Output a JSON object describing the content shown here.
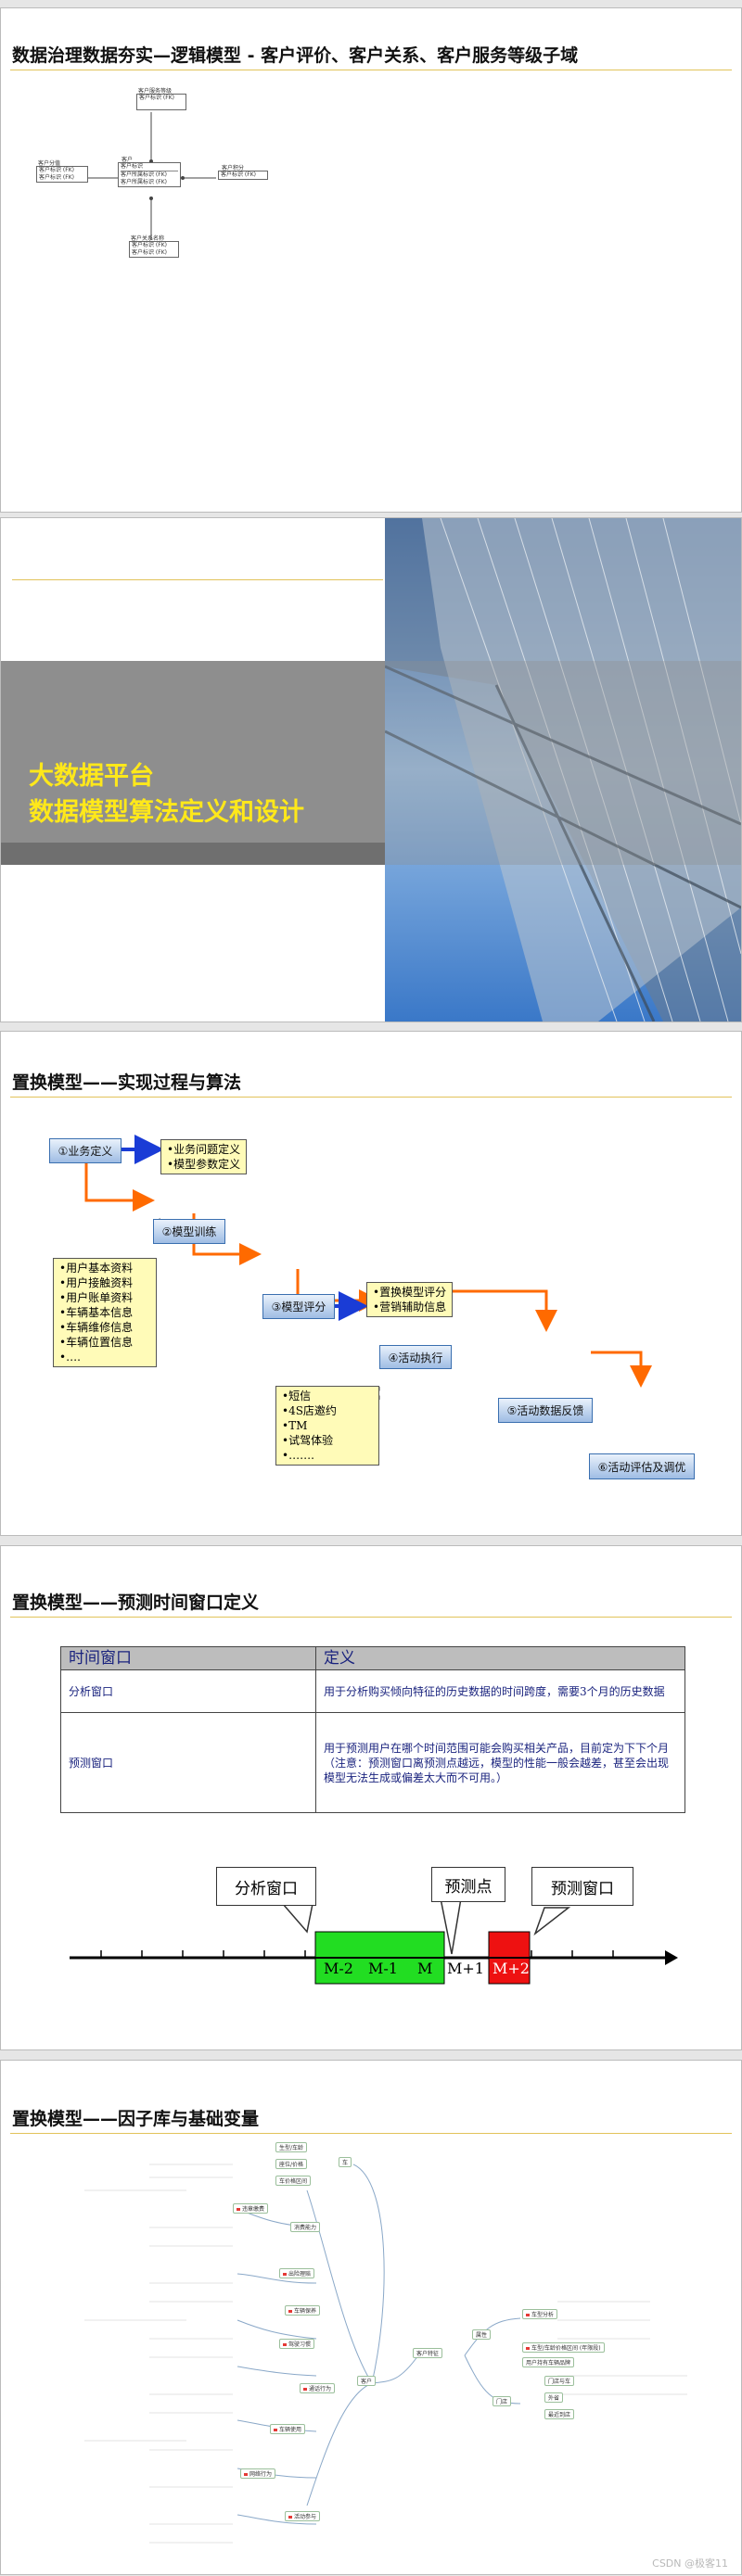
{
  "slide1": {
    "title": "数据治理数据夯实—逻辑模型 - 客户评价、客户关系、客户服务等级子域",
    "entities": {
      "top": {
        "name": "客户服务等级",
        "fields": [
          "客户标识 (FK)"
        ]
      },
      "left": {
        "name": "客户分值",
        "fields": [
          "客户标识 (FK)",
          "客户标识 (FK)"
        ]
      },
      "center": {
        "name": "客户",
        "fields": [
          "客户标识",
          "客户所属标识 (FK)",
          "客户所属标识 (FK)"
        ]
      },
      "right": {
        "name": "客户积分",
        "fields": [
          "客户标识 (FK)"
        ]
      },
      "bottom": {
        "name": "客户关系名称",
        "fields": [
          "客户标识 (FK)",
          "客户标识 (FK)"
        ]
      }
    }
  },
  "slide2": {
    "line1": "大数据平台",
    "line2": "数据模型算法定义和设计"
  },
  "slide3": {
    "title": "置换模型——实现过程与算法",
    "boxes": {
      "b1": "①业务定义",
      "b2": "②模型训练",
      "b3": "③模型评分",
      "b4": "④活动执行",
      "b5": "⑤活动数据反馈",
      "b6": "⑥活动评估及调优"
    },
    "notes": {
      "n1": [
        "•业务问题定义",
        "•模型参数定义"
      ],
      "n2": [
        "•用户基本资料",
        "•用户接触资料",
        "•用户账单资料",
        "•车辆基本信息",
        "•车辆维修信息",
        "•车辆位置信息",
        "•…."
      ],
      "n3": [
        "•置换模型评分",
        "•营销辅助信息"
      ],
      "n4": [
        "•短信",
        "•4S店邀约",
        "•TM",
        "•试驾体验",
        "•……."
      ]
    }
  },
  "slide4": {
    "title": "置换模型——预测时间窗口定义",
    "table": {
      "header": [
        "时间窗口",
        "定义"
      ],
      "rows": [
        [
          "分析窗口",
          "用于分析购买倾向特征的历史数据的时间跨度，需要3个月的历史数据"
        ],
        [
          "预测窗口",
          "用于预测用户在哪个时间范围可能会购买相关产品，目前定为下下个月（注意：预测窗口离预测点越远，模型的性能一般会越差，甚至会出现模型无法生成或偏差太大而不可用。）"
        ]
      ]
    },
    "timeline": {
      "bubble_analysis": "分析窗口",
      "bubble_point": "预测点",
      "bubble_predict": "预测窗口",
      "labels": [
        "M-2",
        "M-1",
        "M",
        "M+1",
        "M+2"
      ]
    },
    "colors": {
      "analysis": "#22dd22",
      "predict": "#ee1111"
    }
  },
  "slide5": {
    "title": "置换模型——因子库与基础变量",
    "root": "客户",
    "branch_car": "车",
    "branch_feature": "客户特征",
    "right_nodes": [
      "属性",
      "门店",
      "车型分析",
      "车型/车龄价格区间 (年限段)",
      "用户持有车辆品牌",
      "门店与车",
      "外省",
      "最近到店"
    ],
    "left_groups": [
      "消费能力",
      "违章缴费",
      "出险理赔",
      "车辆保养",
      "驾驶习惯",
      "通话行为",
      "车辆使用",
      "网络行为",
      "活动参与"
    ],
    "car_items": [
      "生型/车龄",
      "座位/价格",
      "车价格区间"
    ]
  },
  "footer": {
    "watermark": "CSDN @极客11"
  }
}
